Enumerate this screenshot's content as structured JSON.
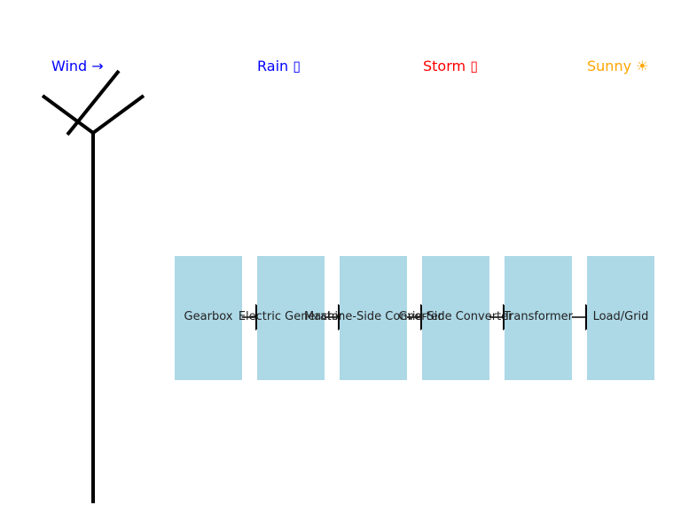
{
  "weather": [
    {
      "label": "Wind →",
      "color": "#0000ff"
    },
    {
      "label": "Rain ▯",
      "color": "#0000ff"
    },
    {
      "label": "Storm ▯",
      "color": "#ff0000"
    },
    {
      "label": "Sunny ☀",
      "color": "#ffa500"
    }
  ],
  "pipeline": {
    "box_color": "#add8e6",
    "stages": [
      {
        "label": "Gearbox"
      },
      {
        "label": "Electric Generator"
      },
      {
        "label": "Machine-Side Converter"
      },
      {
        "label": "Grid-Side Converter"
      },
      {
        "label": "Transformer"
      },
      {
        "label": "Load/Grid"
      }
    ]
  },
  "icons": {
    "turbine": "wind-turbine-icon",
    "arrow": "arrowhead-icon"
  }
}
